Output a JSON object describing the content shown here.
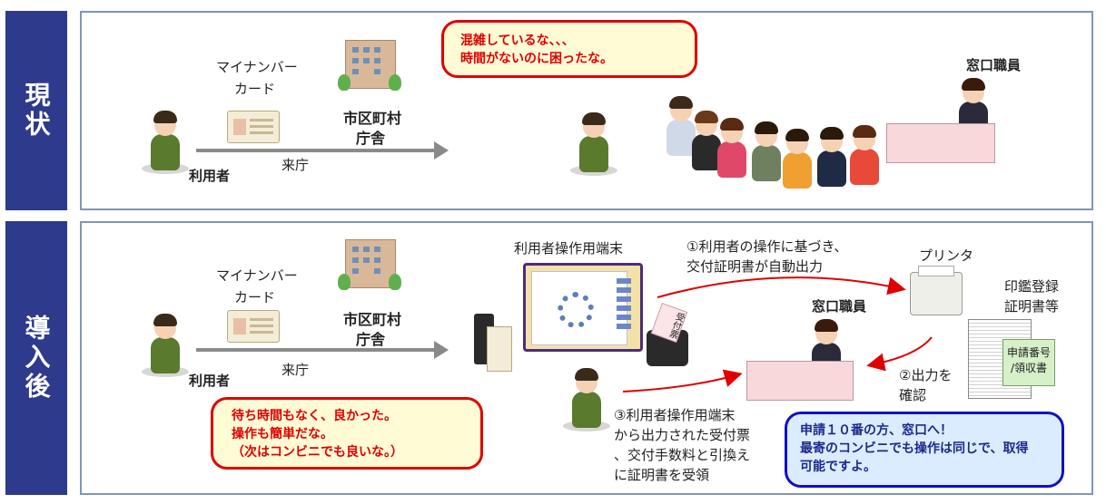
{
  "sections": {
    "current": "現状",
    "after": "導入後"
  },
  "top": {
    "card_label_line1": "マイナンバー",
    "card_label_line2": "カード",
    "building_label_line1": "市区町村",
    "building_label_line2": "庁舎",
    "user_label": "利用者",
    "arrow_label": "来庁",
    "bubble_line1": "混雑しているな、、、",
    "bubble_line2": "時間がないのに困ったな。",
    "staff_label": "窓口職員"
  },
  "bottom": {
    "card_label_line1": "マイナンバー",
    "card_label_line2": "カード",
    "building_label_line1": "市区町村",
    "building_label_line2": "庁舎",
    "user_label": "利用者",
    "arrow_label": "来庁",
    "terminal_label": "利用者操作用端末",
    "receipt_text": "受付票",
    "step1_line1": "①利用者の操作に基づき、",
    "step1_line2": "交付証明書が自動出力",
    "printer_label": "プリンタ",
    "cert_label_line1": "印鑑登録",
    "cert_label_line2": "証明書等",
    "staff_label": "窓口職員",
    "tag_line1": "申請番号",
    "tag_line2": "/領収書",
    "step2_line1": "②出力を",
    "step2_line2": "確認",
    "step3_line1": "③利用者操作用端末",
    "step3_line2": "から出力された受付票",
    "step3_line3": "、交付手数料と引換え",
    "step3_line4": "に証明書を受領",
    "red_bubble_line1": "待ち時間もなく、良かった。",
    "red_bubble_line2": "操作も簡単だな。",
    "red_bubble_line3": "（次はコンビニでも良いな。）",
    "blue_bubble_line1": "申請１０番の方、窓口へ！",
    "blue_bubble_line2": "最寄のコンビニでも操作は同じで、取得",
    "blue_bubble_line3": "可能ですよ。"
  },
  "colors": {
    "section_bg": "#2e3a8c",
    "panel_border": "#7f95b8",
    "bubble_red": "#e00000",
    "bubble_blue": "#1010c8",
    "arrow_red": "#e00000",
    "arrow_gray": "#8a8a8a"
  }
}
